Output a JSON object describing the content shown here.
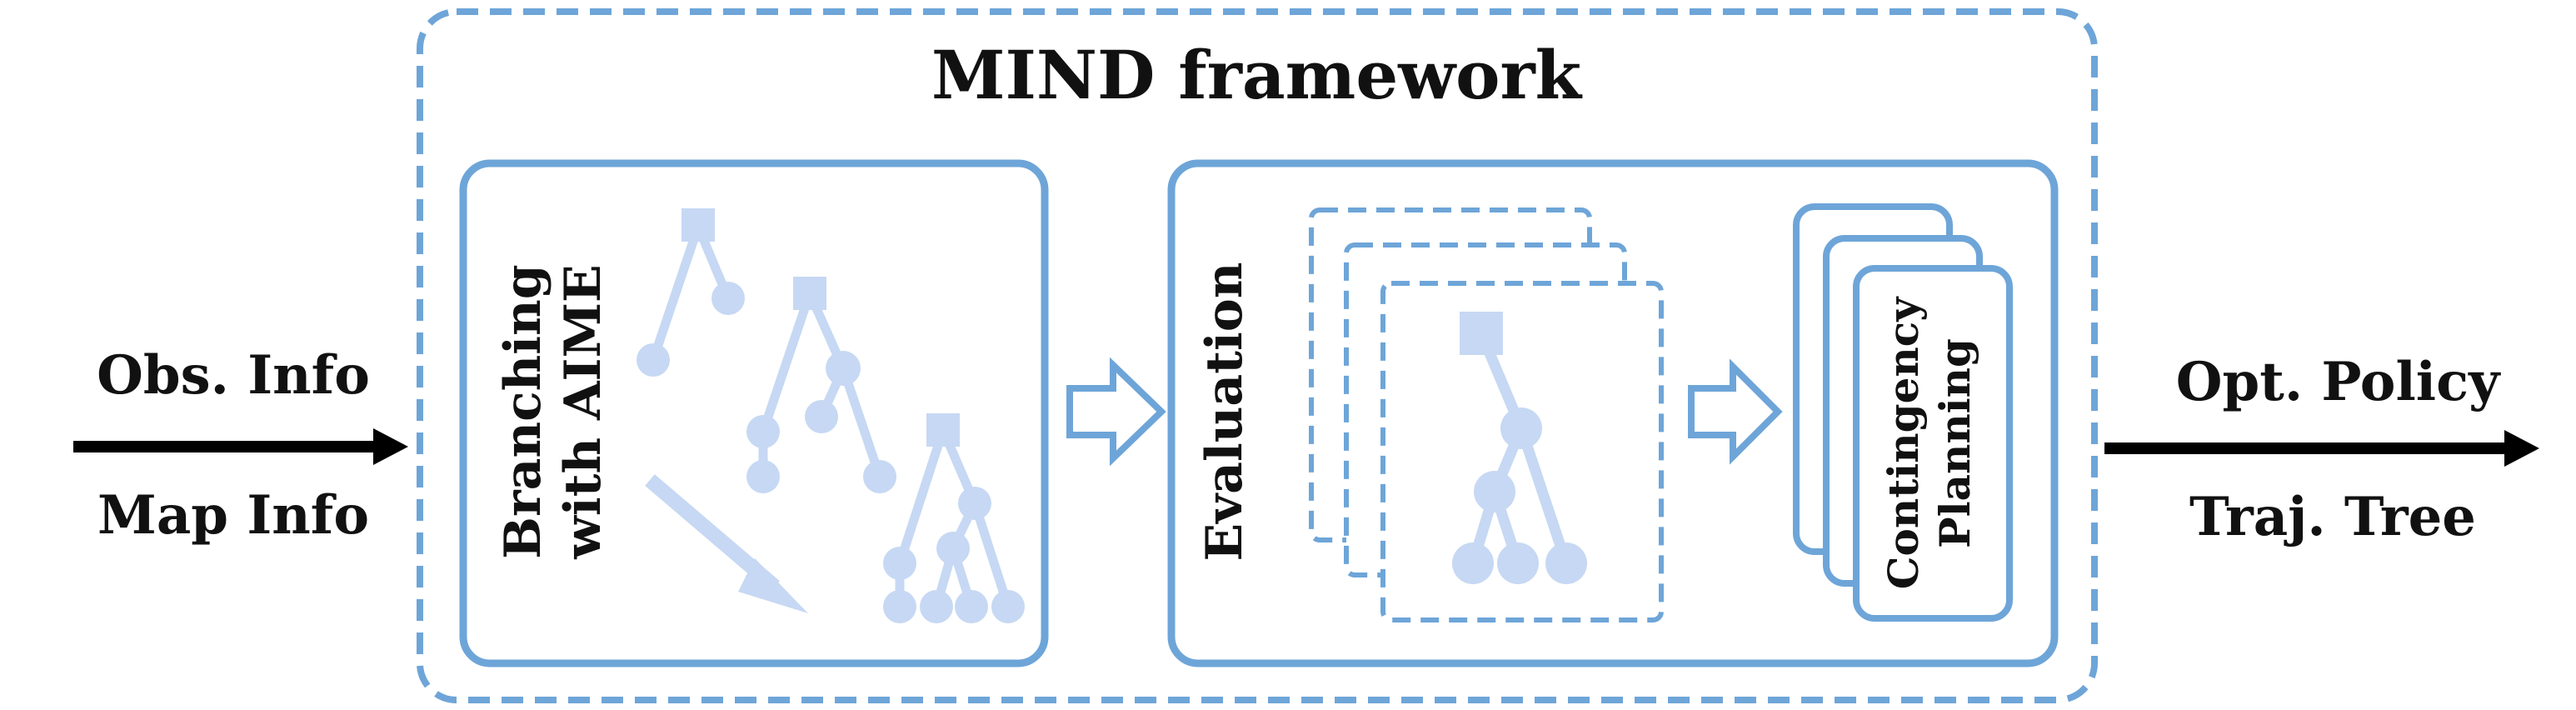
{
  "colors": {
    "frame": "#6ea5d8",
    "tree": "#c6d8f3",
    "ink": "#000000"
  },
  "input": {
    "obs_info": "Obs. Info",
    "map_info": "Map Info"
  },
  "output": {
    "opt_policy": "Opt. Policy",
    "traj_tree": "Traj. Tree"
  },
  "framework": {
    "title": "MIND framework"
  },
  "branching": {
    "line1": "Branching",
    "line2": "with AIME"
  },
  "evaluation": {
    "label": "Evaluation"
  },
  "contingency": {
    "line1": "Contingency",
    "line2": "Planning"
  }
}
